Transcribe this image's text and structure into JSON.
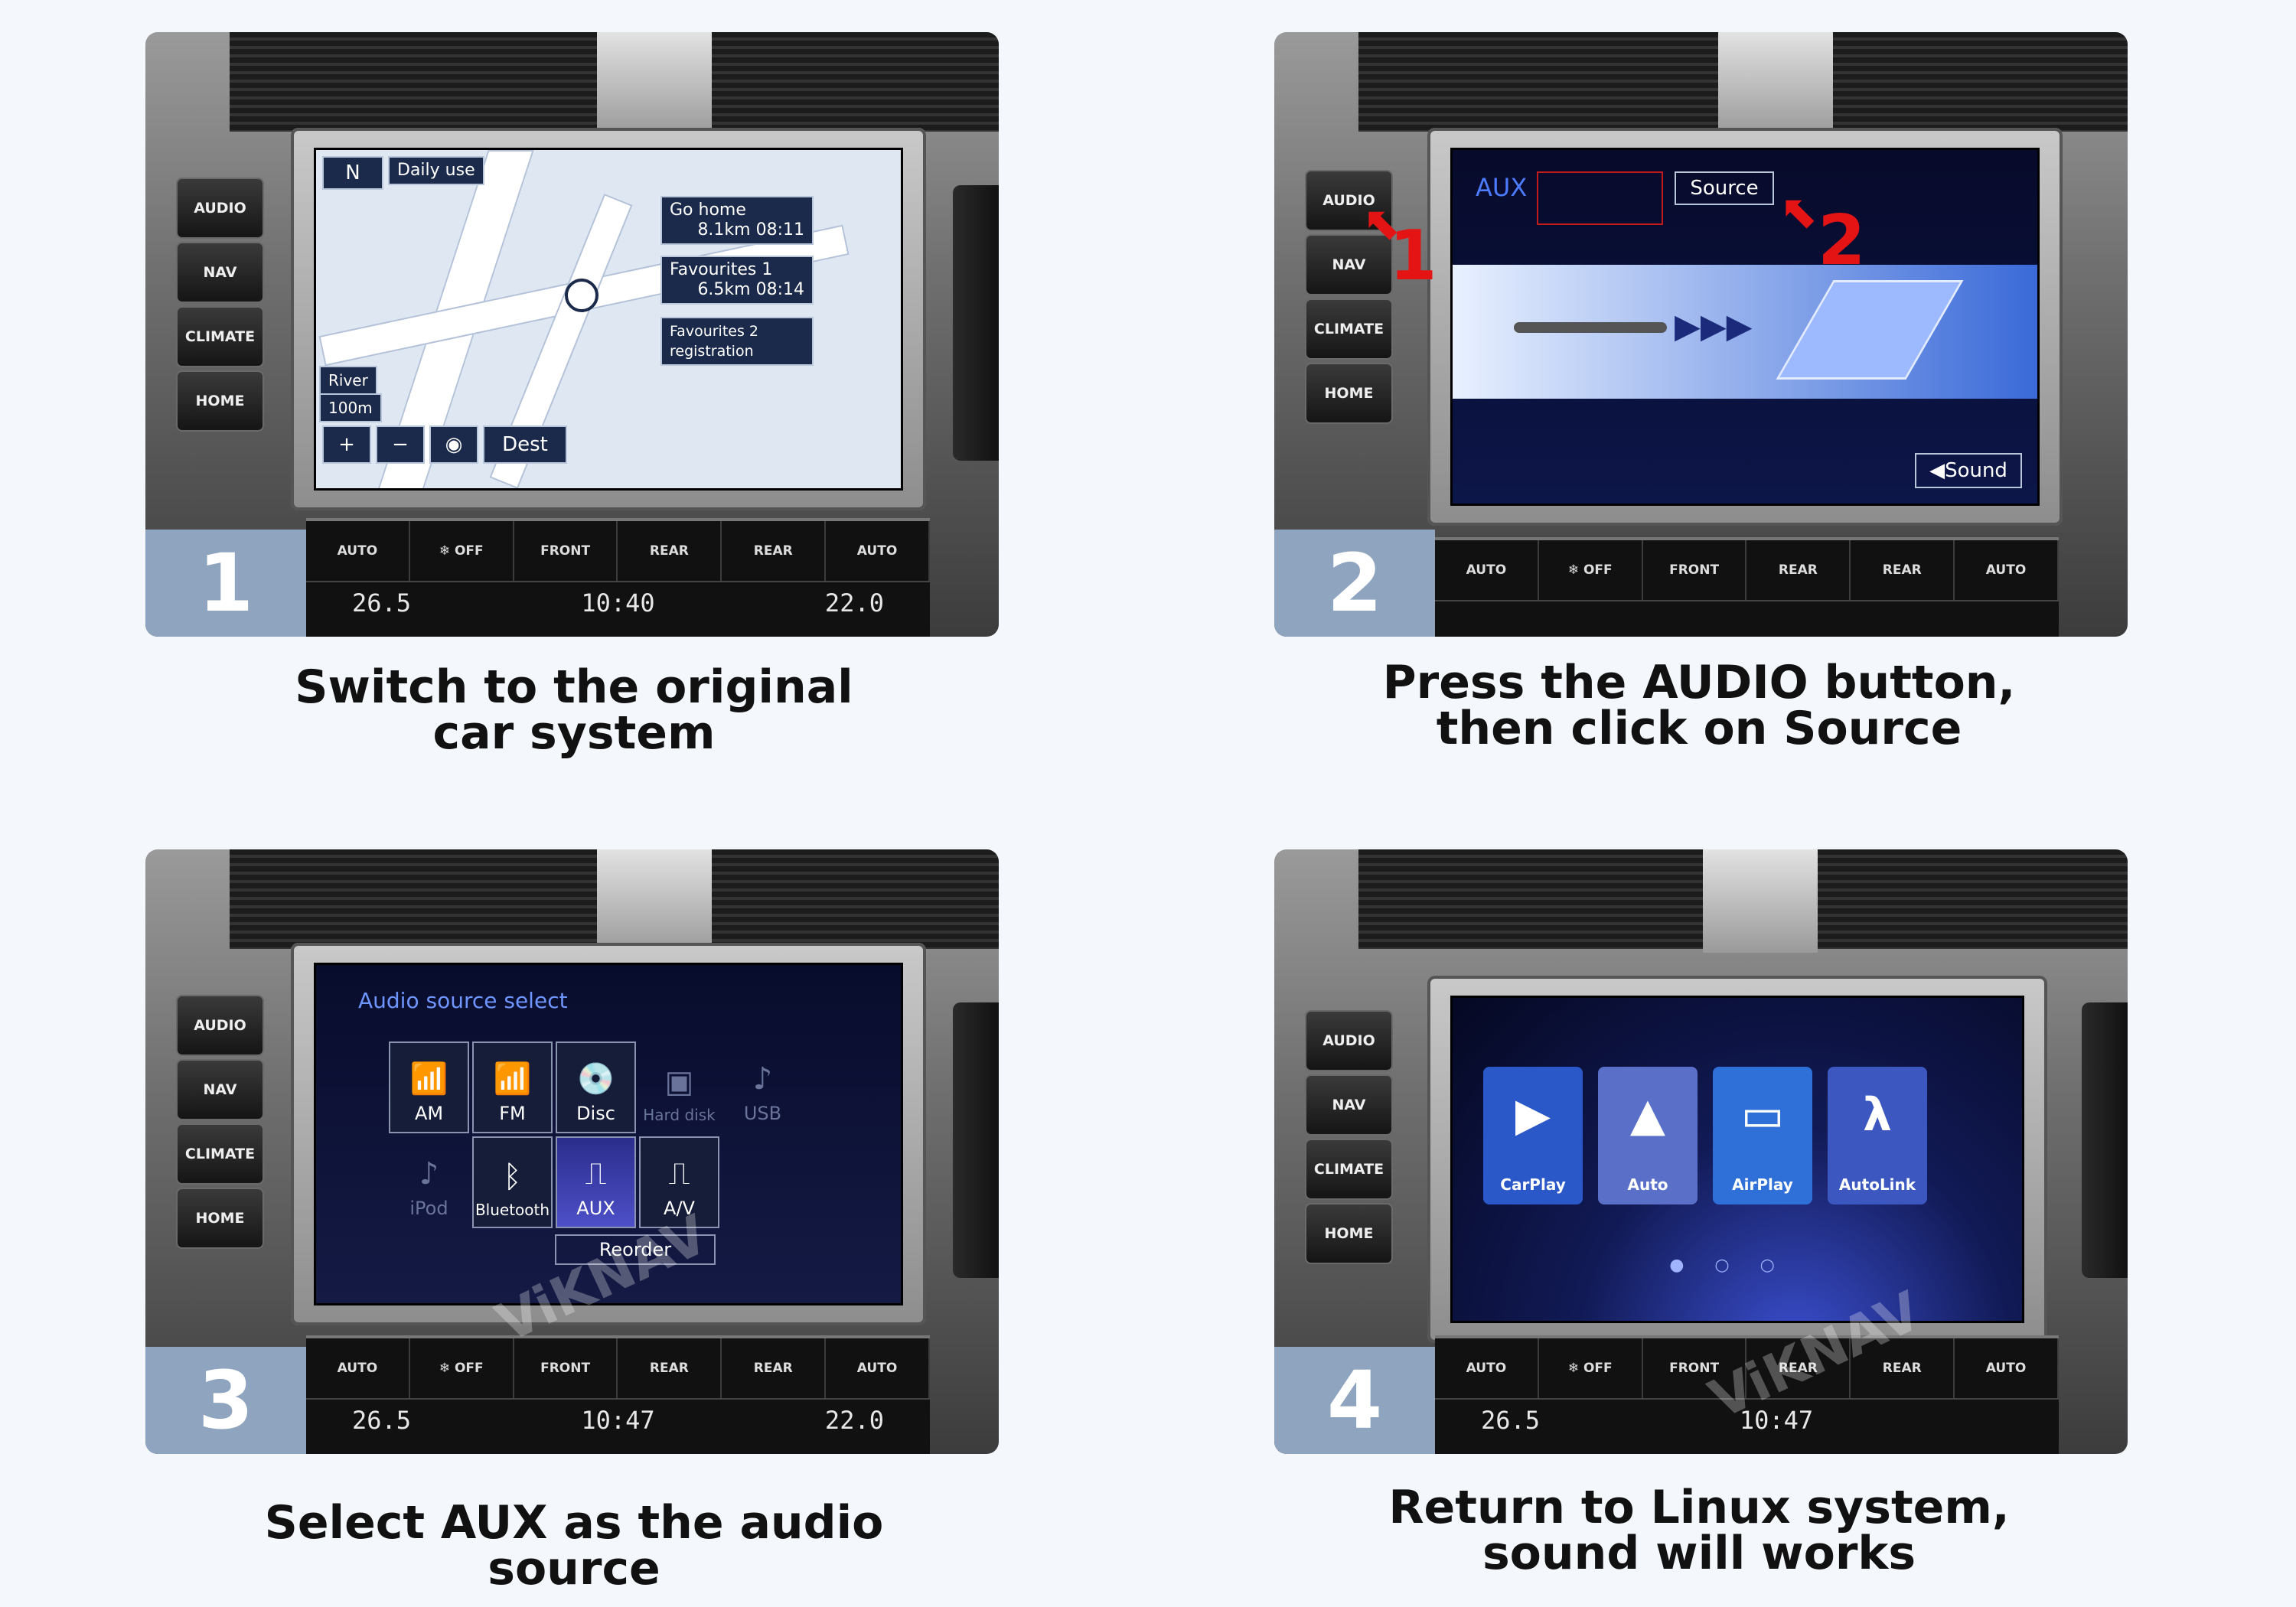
{
  "brand": "ViKNAV",
  "steps": [
    {
      "number": "1",
      "caption_line1": "Switch to the original",
      "caption_line2": "car system",
      "side_buttons": [
        "AUDIO",
        "NAV",
        "CLIMATE",
        "HOME"
      ],
      "climate": {
        "keys": [
          "AUTO",
          "❄ OFF",
          "FRONT",
          "REAR",
          "REAR",
          "AUTO"
        ],
        "left_temp": "26.5",
        "clock": "10:40",
        "right_temp": "22.0"
      },
      "screen": {
        "compass": "N",
        "daily_use": "Daily use",
        "go_home": "Go home",
        "go_home_detail": "8.1km 08:11",
        "favourites1": "Favourites 1",
        "favourites1_detail": "6.5km 08:14",
        "favourites2": "Favourites 2 registration",
        "scale": "100m",
        "river": "River",
        "dest": "Dest",
        "zoom_in": "+",
        "zoom_out": "−"
      }
    },
    {
      "number": "2",
      "caption_line1": "Press the AUDIO button,",
      "caption_line2": "then click on Source",
      "side_buttons": [
        "AUDIO",
        "NAV",
        "CLIMATE",
        "HOME"
      ],
      "climate": {
        "keys": [
          "AUTO",
          "❄ OFF",
          "FRONT",
          "REAR",
          "REAR",
          "AUTO"
        ]
      },
      "screen": {
        "aux": "AUX",
        "source": "Source",
        "sound": "Sound",
        "marker1": "1",
        "marker2": "2"
      }
    },
    {
      "number": "3",
      "caption_line1": "Select AUX as the audio",
      "caption_line2": "source",
      "side_buttons": [
        "AUDIO",
        "NAV",
        "CLIMATE",
        "HOME"
      ],
      "climate": {
        "keys": [
          "AUTO",
          "❄ OFF",
          "FRONT",
          "REAR",
          "REAR",
          "AUTO"
        ],
        "left_temp": "26.5",
        "clock": "10:47",
        "right_temp": "22.0"
      },
      "screen": {
        "title": "Audio source select",
        "sources": [
          {
            "label": "AM",
            "icon": "📶",
            "icon_name": "antenna-icon"
          },
          {
            "label": "FM",
            "icon": "📶",
            "icon_name": "antenna-icon"
          },
          {
            "label": "Disc",
            "icon": "💿",
            "icon_name": "disc-icon"
          },
          {
            "label": "Hard disk",
            "icon": "▣",
            "icon_name": "hard-disk-icon"
          },
          {
            "label": "USB",
            "icon": "♪",
            "icon_name": "music-note-icon"
          },
          {
            "label": "iPod",
            "icon": "♪",
            "icon_name": "music-note-icon"
          },
          {
            "label": "Bluetooth",
            "icon": "ᛒ",
            "icon_name": "bluetooth-icon"
          },
          {
            "label": "AUX",
            "icon": "⎍",
            "icon_name": "aux-plug-icon"
          },
          {
            "label": "A/V",
            "icon": "⎍",
            "icon_name": "av-plug-icon"
          }
        ],
        "reorder": "Reorder"
      }
    },
    {
      "number": "4",
      "caption_line1": "Return to Linux system,",
      "caption_line2": "sound will works",
      "side_buttons": [
        "AUDIO",
        "NAV",
        "CLIMATE",
        "HOME"
      ],
      "climate": {
        "keys": [
          "AUTO",
          "❄ OFF",
          "FRONT",
          "REAR",
          "REAR",
          "AUTO"
        ],
        "left_temp": "26.5",
        "clock": "10:47"
      },
      "screen": {
        "apps": [
          {
            "label": "CarPlay",
            "icon": "▶",
            "color": "#2a58c8"
          },
          {
            "label": "Auto",
            "icon": "▲",
            "color": "#5a6fc8"
          },
          {
            "label": "AirPlay",
            "icon": "▭",
            "color": "#2e6fd8"
          },
          {
            "label": "AutoLink",
            "icon": "λ",
            "color": "#3c58c0"
          }
        ]
      }
    }
  ]
}
